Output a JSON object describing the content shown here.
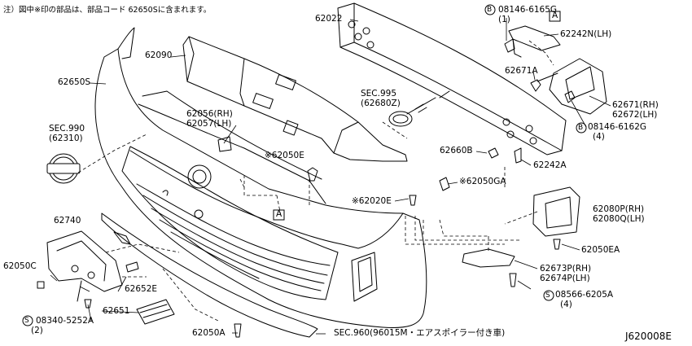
{
  "note": "注）図中※印の部品は、部品コード 62650Sに含まれます。",
  "labels": {
    "l62022": "62022",
    "l62090": "62090",
    "l62650S": "62650S",
    "sec990": "SEC.990",
    "sec990sub": "(62310)",
    "l62056": "62056(RH)",
    "l62057": "62057(LH)",
    "sec995": "SEC.995",
    "sec995sub": "(62680Z)",
    "l62050E": "※62050E",
    "l62740": "62740",
    "l62050C": "62050C",
    "l62652E": "62652E",
    "l08340": "08340-5252A",
    "l08340q": "(2)",
    "l62651": "62651",
    "l62050A": "62050A",
    "sec960": "SEC.960(96015M・エアスポイラー付き車)",
    "l62020E": "※62020E",
    "l62050GA": "※62050GA",
    "l08146_6165G": "08146-6165G",
    "l08146_6165Gq": "(1)",
    "l62242N": "62242N(LH)",
    "l62671A": "62671A",
    "l62671": "62671(RH)",
    "l62672": "62672(LH)",
    "l08146_6162G": "08146-6162G",
    "l08146_6162Gq": "(4)",
    "l62660B": "62660B",
    "l62242A": "62242A",
    "l62080P": "62080P(RH)",
    "l62080Q": "62080Q(LH)",
    "l62050EA": "62050EA",
    "l62673P": "62673P(RH)",
    "l62674P": "62674P(LH)",
    "l08566": "08566-6205A",
    "l08566q": "(4)",
    "refA1": "A",
    "refA2": "A",
    "circleB1": "B",
    "circleB2": "B",
    "circleS1": "S",
    "circleS2": "S",
    "diagram_code": "J620008E"
  },
  "icons": [
    "nissan-emblem",
    "tow-hook",
    "circle-b-symbol",
    "circle-s-symbol"
  ]
}
